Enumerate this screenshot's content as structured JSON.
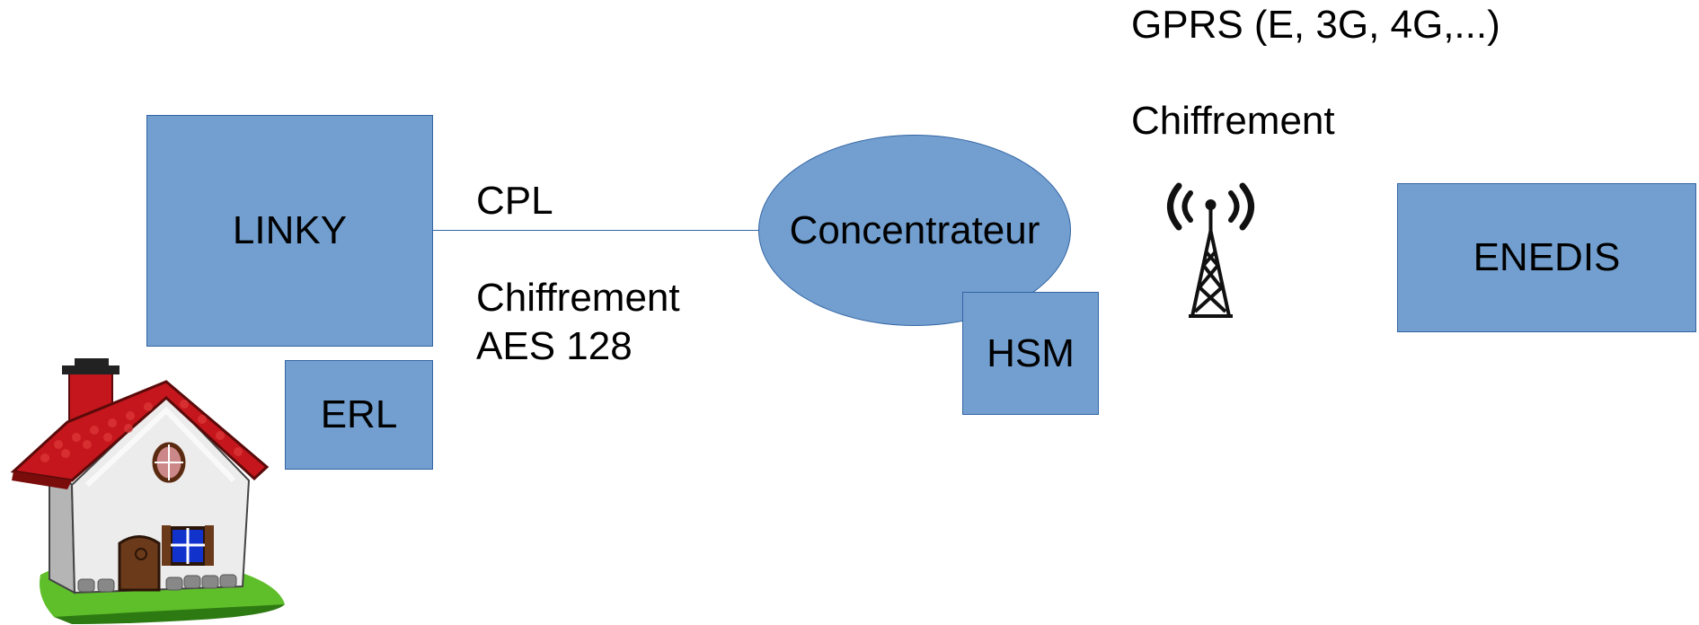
{
  "diagram": {
    "linky": "LINKY",
    "erl": "ERL",
    "concentrateur": "Concentrateur",
    "hsm": "HSM",
    "enedis": "ENEDIS",
    "link": {
      "protocol": "CPL",
      "encryption_line1": "Chiffrement",
      "encryption_line2": "AES 128"
    },
    "wan": {
      "protocol": "GPRS (E, 3G, 4G,...)",
      "encryption": "Chiffrement"
    }
  },
  "colors": {
    "box_fill": "#729fcf",
    "box_stroke": "#3465a4"
  },
  "icons": [
    "house-icon",
    "radio-tower-icon"
  ]
}
